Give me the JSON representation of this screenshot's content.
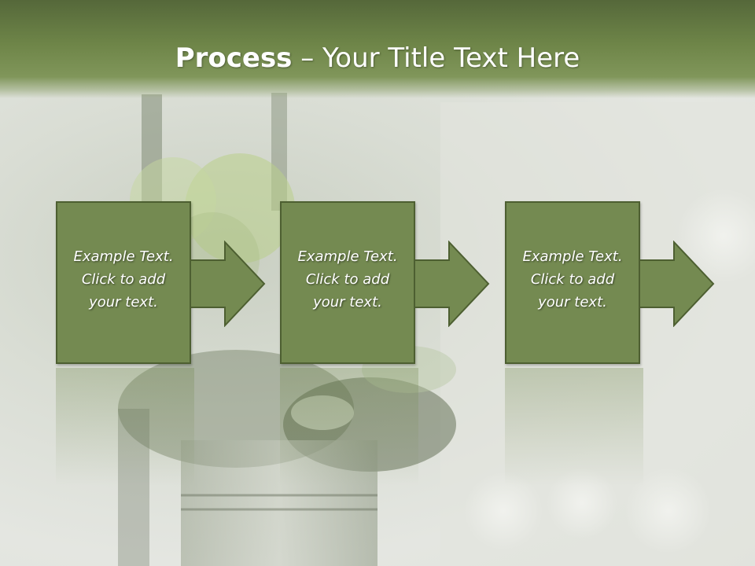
{
  "slide": {
    "title_bold": "Process",
    "title_rest": " – Your Title Text Here",
    "steps": [
      {
        "line1": "Example Text.",
        "line2": "Click  to add",
        "line3": "your text."
      },
      {
        "line1": "Example Text.",
        "line2": "Click  to add",
        "line3": "your text."
      },
      {
        "line1": "Example Text.",
        "line2": "Click  to add",
        "line3": "your text."
      }
    ]
  },
  "colors": {
    "header_green": "#6e8548",
    "box_fill": "#748a51",
    "box_border": "#4d5f31",
    "text": "#ffffff"
  },
  "icons": [
    "right-arrow-icon"
  ]
}
